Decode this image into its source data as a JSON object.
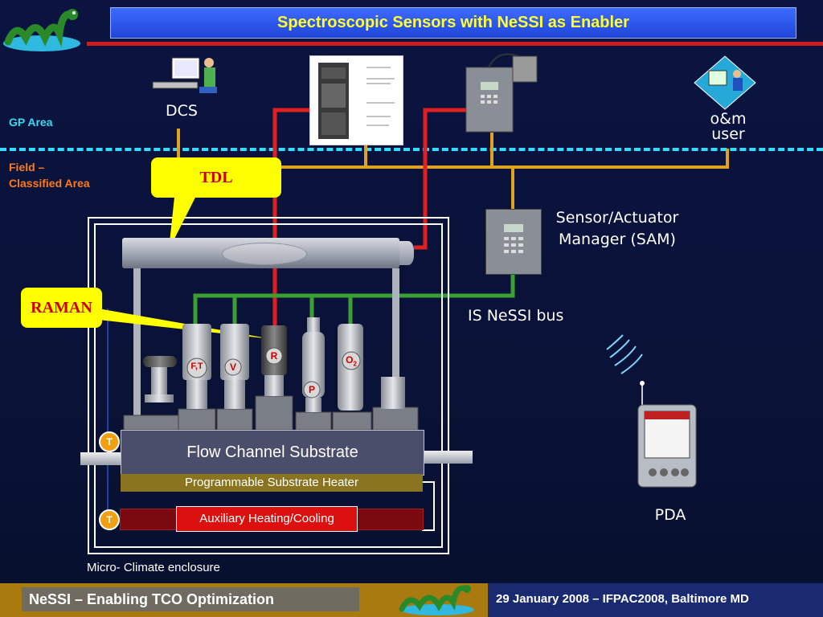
{
  "title": "Spectroscopic Sensors with NeSSI as Enabler",
  "zones": {
    "gp_area": "GP Area",
    "field_line1": "Field –",
    "field_line2": "Classified Area"
  },
  "labels": {
    "dcs": "DCS",
    "om_line1": "o&m",
    "om_line2": "user",
    "sam_line1": "Sensor/Actuator",
    "sam_line2": "Manager (SAM)",
    "is_bus": "IS NeSSI bus",
    "pda": "PDA",
    "tdl": "TDL",
    "raman": "RAMAN",
    "flow_channel": "Flow Channel Substrate",
    "heater": "Programmable Substrate Heater",
    "aux": "Auxiliary Heating/Cooling",
    "enclosure": "Micro- Climate enclosure",
    "t1": "T",
    "t2": "T",
    "sensor_ft": "F,T",
    "sensor_v": "V",
    "sensor_r": "R",
    "sensor_p": "P",
    "sensor_o2": "O",
    "sensor_o2_sub": "2"
  },
  "footer": {
    "left": "NeSSI – Enabling TCO Optimization",
    "right": "29 January 2008 –  IFPAC2008,  Baltimore MD"
  },
  "colors": {
    "bus_orange": "#e0a020",
    "bus_green": "#3aa030",
    "bus_red": "#e02020",
    "callout": "#ffff00"
  }
}
